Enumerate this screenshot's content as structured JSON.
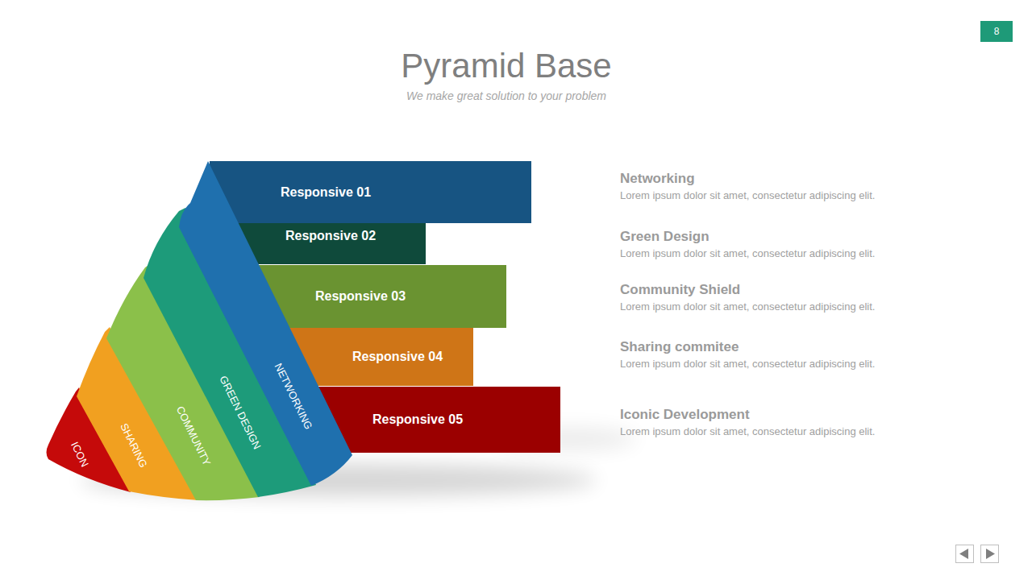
{
  "diagram": {
    "title": "Pyramid Base",
    "caption": "We make great solution to your problem",
    "nodes": [
      {
        "text": [
          "Responsive 01"
        ]
      },
      {
        "text": [
          "Responsive 02"
        ]
      },
      {
        "text": [
          "Responsive 03"
        ]
      },
      {
        "text": [
          "Responsive 04"
        ]
      },
      {
        "text": [
          "Responsive 05"
        ]
      },
      {
        "text": [
          "NETWORKING"
        ]
      },
      {
        "text": [
          "GREEN DESIGN"
        ]
      },
      {
        "text": [
          "COMMUNITY"
        ]
      },
      {
        "text": [
          "SHARING"
        ]
      },
      {
        "text": [
          "ICON"
        ]
      }
    ],
    "labels": [
      "8",
      "Networking",
      "Lorem ipsum dolor sit amet, consectetur adipiscing elit.",
      "Green Design",
      "Lorem ipsum dolor sit amet, consectetur adipiscing elit.",
      "Community Shield",
      "Lorem ipsum dolor sit amet, consectetur adipiscing elit.",
      "Sharing commitee",
      "Lorem ipsum dolor sit amet, consectetur adipiscing elit.",
      "Iconic Development",
      "Lorem ipsum dolor sit amet, consectetur adipiscing elit."
    ]
  }
}
